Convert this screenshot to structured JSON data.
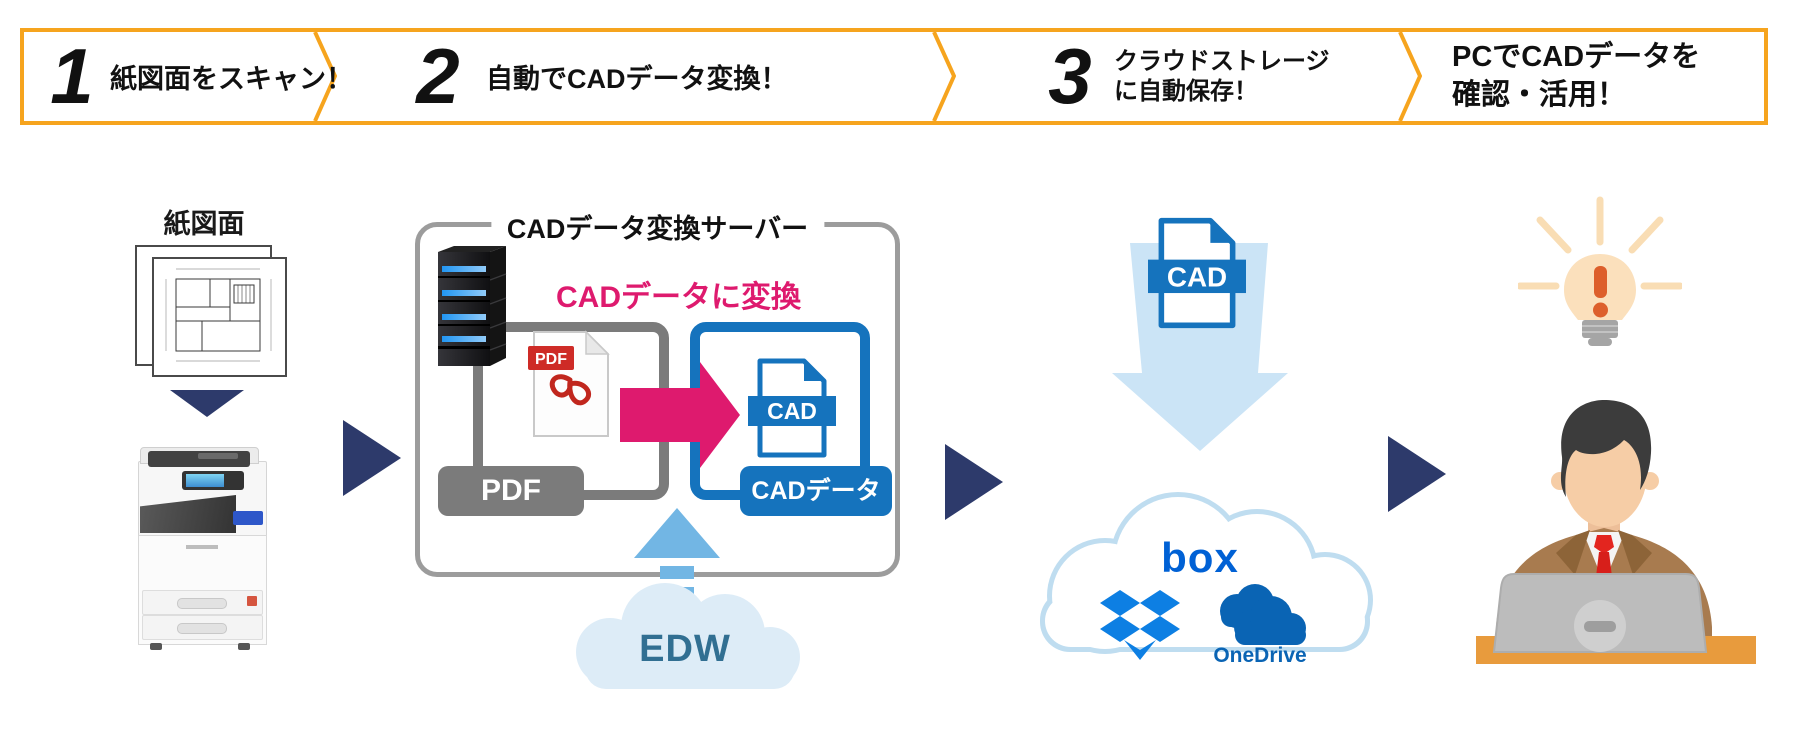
{
  "banner": {
    "steps": [
      {
        "number": "1",
        "lines": [
          "紙図面をスキャン！",
          ""
        ]
      },
      {
        "number": "2",
        "lines": [
          "自動でCADデータ変換！",
          ""
        ]
      },
      {
        "number": "3",
        "lines": [
          "クラウドストレージ",
          "に自動保存！"
        ]
      },
      {
        "number": "",
        "lines": [
          "PCでCADデータを",
          "確認・活用！"
        ]
      }
    ]
  },
  "paper": {
    "label": "紙図面"
  },
  "server": {
    "title": "CADデータ変換サーバー",
    "convert_text": "CADデータに変換",
    "pdf_icon_badge": "PDF",
    "pdf_tag": "PDF",
    "cad_icon_text": "CAD",
    "cad_tag": "CADデータ"
  },
  "edw": {
    "label": "EDW"
  },
  "cloud": {
    "cad_icon_text": "CAD",
    "box_label": "box",
    "onedrive_label": "OneDrive"
  },
  "colors": {
    "accent_orange": "#F6A41E",
    "navy_arrow": "#2D3A6B",
    "pink": "#DE1A6E",
    "cad_blue": "#1573BD",
    "gray": "#7B7B7B",
    "edw_arrow_blue": "#72B6E4",
    "pale_arrow_blue": "#CBE4F6",
    "cloud_outline": "#BFDDF0",
    "box_blue": "#0061D5",
    "dropbox_blue": "#0D7FE3",
    "onedrive_blue": "#0A64B4",
    "desk_orange": "#E89B3D"
  }
}
